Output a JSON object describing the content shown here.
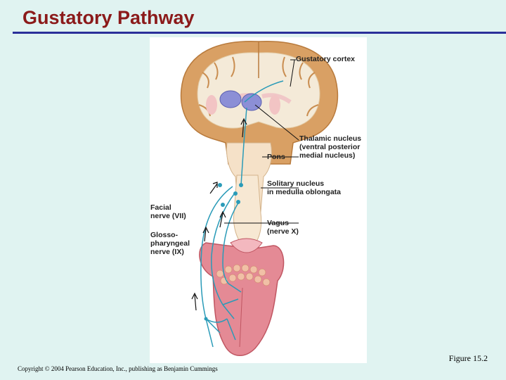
{
  "slide": {
    "title": "Gustatory Pathway",
    "figure_caption": "Figure 15.2",
    "copyright": "Copyright © 2004 Pearson Education, Inc., publishing as Benjamin Cummings"
  },
  "labels": {
    "gustatory_cortex": "Gustatory cortex",
    "thalamic_1": "Thalamic nucleus",
    "thalamic_2": "(ventral posterior",
    "thalamic_3": "medial nucleus)",
    "pons": "Pons",
    "solitary_1": "Solitary nucleus",
    "solitary_2": "in medulla oblongata",
    "facial_1": "Facial",
    "facial_2": "nerve (VII)",
    "glosso_1": "Glosso-",
    "glosso_2": "pharyngeal",
    "glosso_3": "nerve (IX)",
    "vagus_1": "Vagus",
    "vagus_2": "(nerve X)"
  },
  "colors": {
    "title": "#8b1a1a",
    "rule": "#2b2f9a",
    "background": "#e0f3f1",
    "nerve": "#2a9bb8",
    "brain_tan": "#d9a064",
    "thalamus": "#8c8fd6",
    "tongue": "#e48a95"
  }
}
